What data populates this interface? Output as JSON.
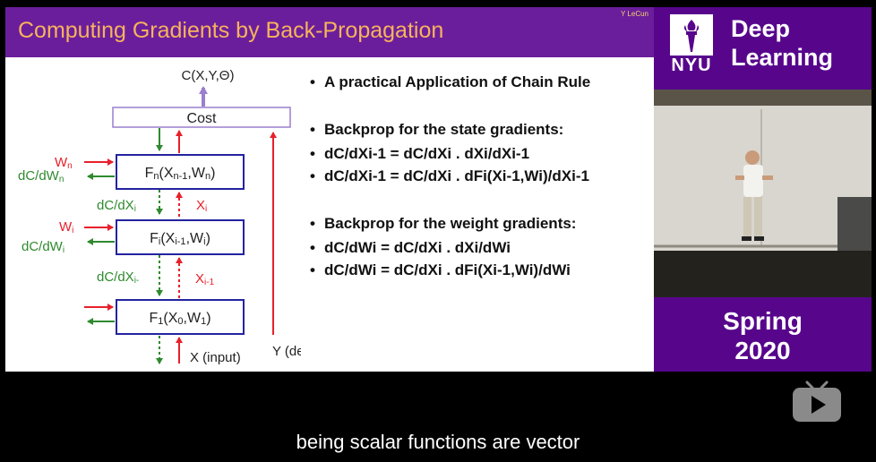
{
  "slide": {
    "title": "Computing Gradients by Back-Propagation",
    "author": "Y LeCun",
    "diagram": {
      "cost_output": "C(X,Y,Θ)",
      "cost_box": "Cost",
      "module_n": {
        "base": "F",
        "sub": "n",
        "args_open": "(X",
        "args_sub1": "n-1",
        "args_mid": ",W",
        "args_sub2": "n",
        "args_close": ")"
      },
      "module_i": {
        "base": "F",
        "sub": "i",
        "args_open": "(X",
        "args_sub1": "i-1",
        "args_mid": ",W",
        "args_sub2": "i",
        "args_close": ")"
      },
      "module_1": {
        "base": "F",
        "sub": "1",
        "args_open": "(X",
        "args_sub1": "0",
        "args_mid": ",W",
        "args_sub2": "1",
        "args_close": ")"
      },
      "wn_label": {
        "base": "W",
        "sub": "n"
      },
      "dcdwn_label": {
        "base": "dC/dW",
        "sub": "n"
      },
      "dcdxi_top": {
        "base": "dC/dX",
        "sub": "i"
      },
      "xi_top": {
        "base": "X",
        "sub": "i"
      },
      "wi_label": {
        "base": "W",
        "sub": "i"
      },
      "dcdwi_label": {
        "base": "dC/dW",
        "sub": "i"
      },
      "dcdxi_mid": {
        "base": "dC/dX",
        "sub": "i-"
      },
      "xi_minus1": {
        "base": "X",
        "sub": "i-1"
      },
      "x_input": "X (input)",
      "y_desired": "Y (desired output)"
    },
    "bullets": {
      "b1": "A practical Application of Chain Rule",
      "b2": "Backprop for the state gradients:",
      "eq1": "dC/dXi-1 = dC/dXi . dXi/dXi-1",
      "eq2": "dC/dXi-1 = dC/dXi . dFi(Xi-1,Wi)/dXi-1",
      "b3": "Backprop for the weight gradients:",
      "eq3": "dC/dWi = dC/dXi . dXi/dWi",
      "eq4": "dC/dWi = dC/dXi . dFi(Xi-1,Wi)/dWi"
    },
    "colors": {
      "header": "#6b1e9c",
      "title": "#f7b35c",
      "red": "#e8202a",
      "green": "#2f8a2f",
      "box": "#2323a0"
    }
  },
  "side_panel": {
    "logo_text": "NYU",
    "logo_icon": "torch-icon",
    "course_line1": "Deep",
    "course_line2": "Learning",
    "term_line1": "Spring",
    "term_line2": "2020",
    "color": "#57068c"
  },
  "player": {
    "subtitle": "being scalar functions are vector",
    "play_icon": "tv-play-icon"
  }
}
